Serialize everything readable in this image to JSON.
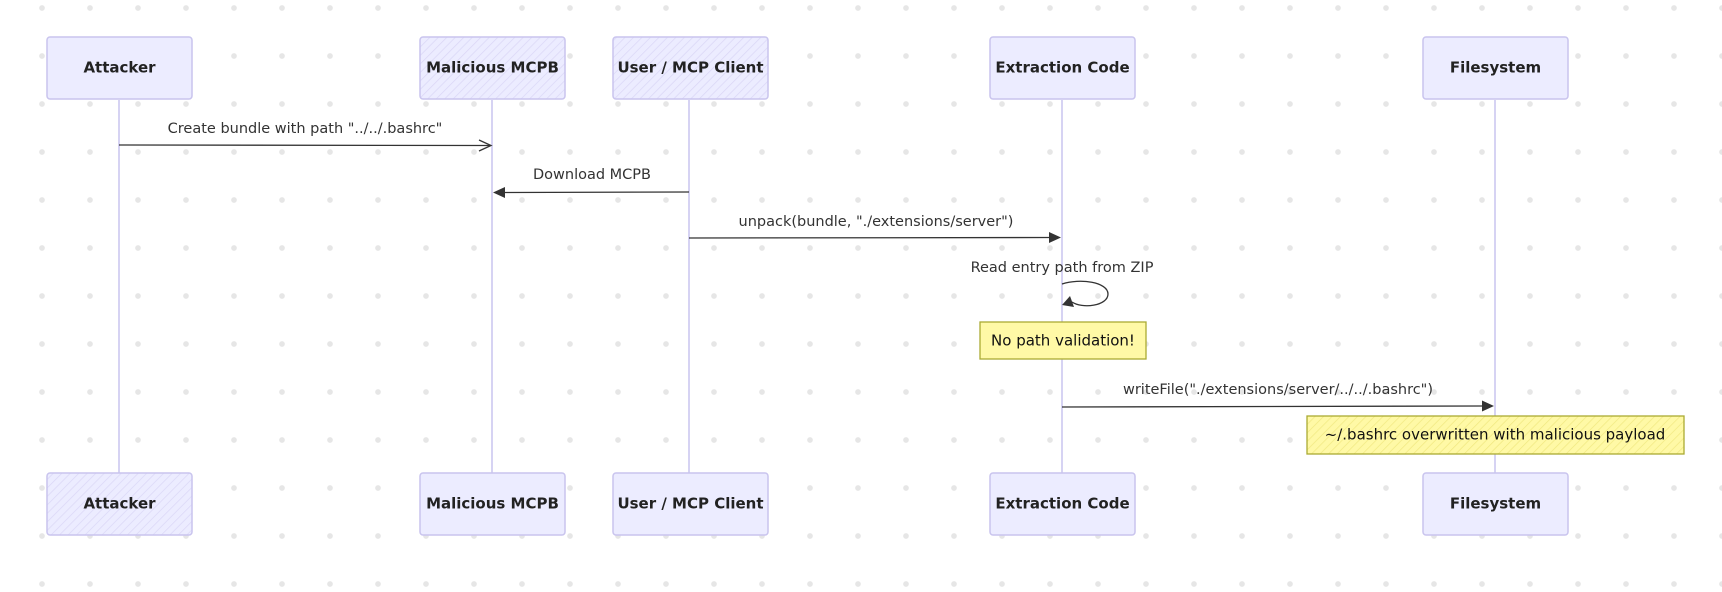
{
  "participants": [
    {
      "id": "attacker",
      "label": "Attacker"
    },
    {
      "id": "mcpb",
      "label": "Malicious MCPB"
    },
    {
      "id": "client",
      "label": "User / MCP Client"
    },
    {
      "id": "extraction",
      "label": "Extraction Code"
    },
    {
      "id": "fs",
      "label": "Filesystem"
    }
  ],
  "messages": [
    {
      "from": "attacker",
      "to": "mcpb",
      "label": "Create bundle with path \"../../.bashrc\"",
      "arrow": "open"
    },
    {
      "from": "client",
      "to": "mcpb",
      "label": "Download MCPB",
      "arrow": "solid"
    },
    {
      "from": "client",
      "to": "extraction",
      "label": "unpack(bundle, \"./extensions/server\")",
      "arrow": "solid"
    },
    {
      "from": "extraction",
      "to": "extraction",
      "label": "Read entry path from ZIP",
      "arrow": "solid"
    },
    {
      "from": "extraction",
      "to": "fs",
      "label": "writeFile(\"./extensions/server/../../.bashrc\")",
      "arrow": "solid"
    }
  ],
  "notes": [
    {
      "over": "extraction",
      "text": "No path validation!"
    },
    {
      "over": "fs",
      "text": "~/.bashrc overwritten with malicious payload"
    }
  ],
  "colors": {
    "actor_fill": "#ECECFF",
    "actor_stroke": "#C9C4EE",
    "lifeline": "#D6D3F3",
    "arrow": "#333333",
    "note_fill": "#FFF9A6",
    "note_stroke": "#AAAA33"
  }
}
